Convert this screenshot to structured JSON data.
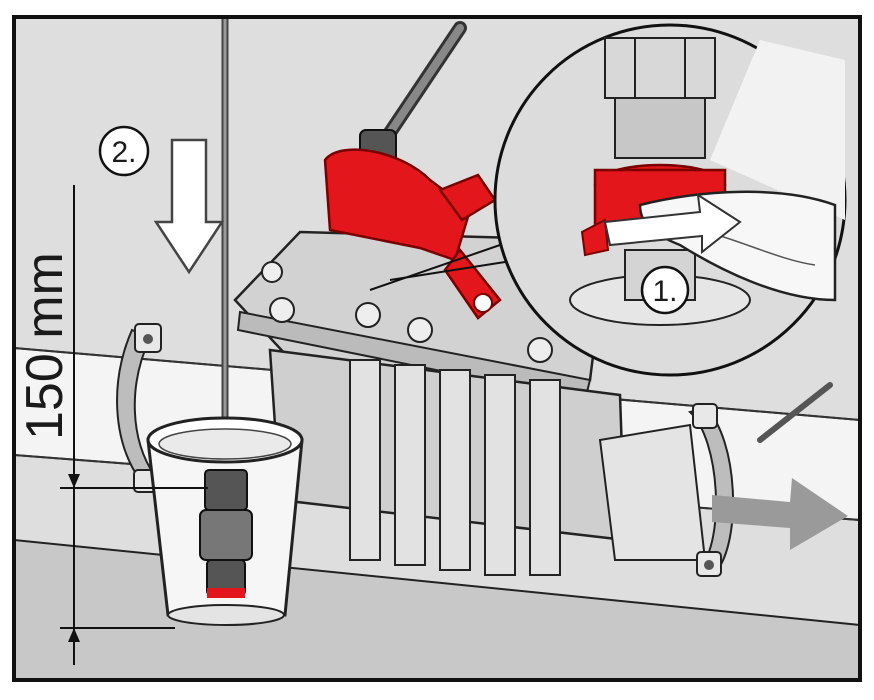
{
  "labels": {
    "step1": "1.",
    "step2": "2.",
    "dimension": "150 mm"
  },
  "colors": {
    "frame": "#111111",
    "wall": "#dedede",
    "floor": "#c8c8c8",
    "pipe": "#f7f7f7",
    "pump_body": "#cfcfcf",
    "accent_red": "#e3161b",
    "arrow_gray": "#9a9a9a"
  },
  "icons": {
    "down_arrow": "down-arrow-icon",
    "flow_arrow": "right-arrow-icon",
    "rotate_arrow": "rotation-arrow-icon"
  }
}
